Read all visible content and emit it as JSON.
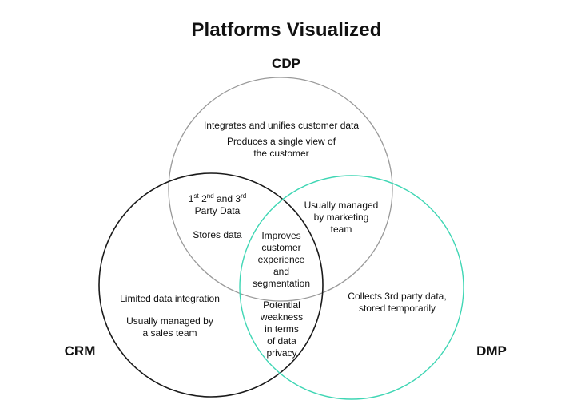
{
  "title": "Platforms Visualized",
  "sets": {
    "cdp": {
      "label": "CDP",
      "color": "#9a9a9a"
    },
    "crm": {
      "label": "CRM",
      "color": "#1a1a1a"
    },
    "dmp": {
      "label": "DMP",
      "color": "#3fd6b4"
    }
  },
  "regions": {
    "cdp_only": {
      "line1": "Integrates and unifies customer data",
      "line2a": "Produces a single view of",
      "line2b": "the customer"
    },
    "cdp_crm": {
      "n1": "1",
      "sup1": "st",
      "n2": "2",
      "sup2": "nd",
      "and": "and",
      "n3": "3",
      "sup3": "rd",
      "line1b": "Party Data",
      "line2": "Stores data"
    },
    "cdp_dmp": {
      "line1": "Usually managed",
      "line2": "by marketing",
      "line3": "team"
    },
    "all_three": {
      "line1": "Improves",
      "line2": "customer",
      "line3": "experience",
      "line4": "and",
      "line5": "segmentation"
    },
    "crm_only": {
      "line1": "Limited data integration",
      "line2a": "Usually managed by",
      "line2b": "a sales team"
    },
    "crm_dmp": {
      "line1": "Potential",
      "line2": "weakness",
      "line3": "in terms",
      "line4": "of data",
      "line5": "privacy"
    },
    "dmp_only": {
      "line1": "Collects 3rd party data,",
      "line2": "stored temporarily"
    }
  }
}
